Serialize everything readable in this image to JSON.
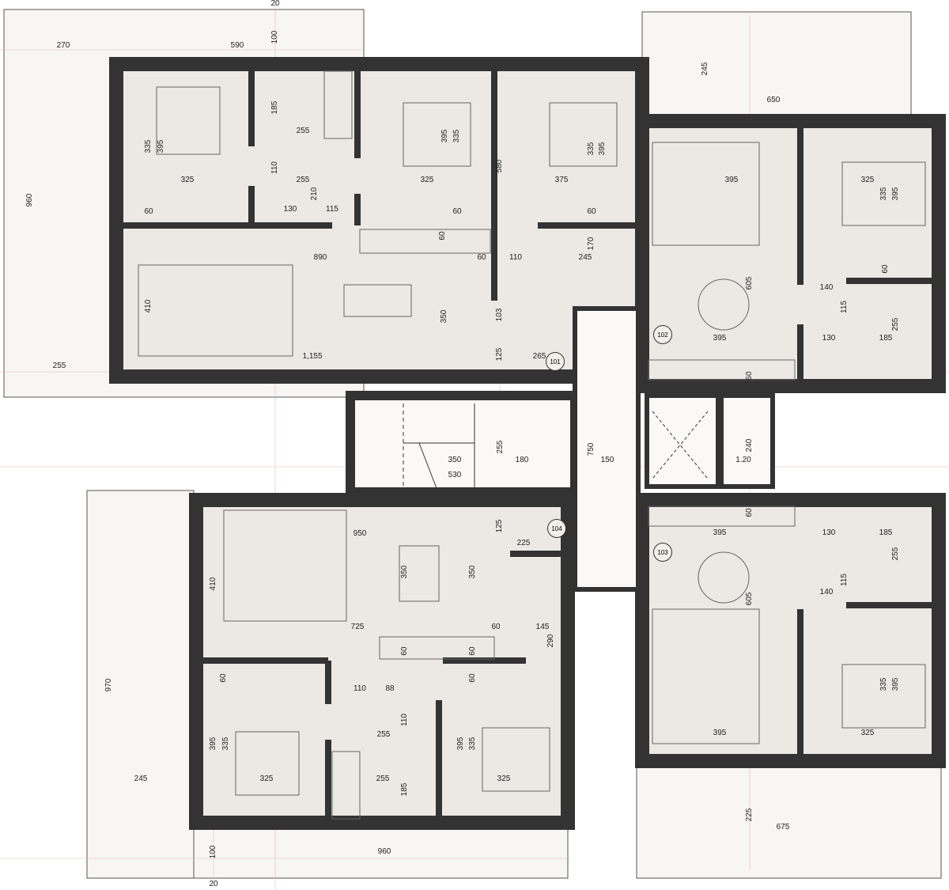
{
  "plan": {
    "units": [
      "101",
      "102",
      "103",
      "104"
    ],
    "dimensions": [
      "20",
      "270",
      "590",
      "100",
      "960",
      "255",
      "335",
      "395",
      "185",
      "255",
      "325",
      "110",
      "255",
      "210",
      "130",
      "115",
      "60",
      "60",
      "60",
      "395",
      "335",
      "325",
      "580",
      "335",
      "395",
      "375",
      "60",
      "890",
      "60",
      "110",
      "245",
      "170",
      "410",
      "350",
      "103",
      "1,155",
      "125",
      "265",
      "245",
      "650",
      "395",
      "325",
      "335",
      "395",
      "605",
      "60",
      "140",
      "115",
      "255",
      "395",
      "130",
      "185",
      "60",
      "255",
      "350",
      "180",
      "530",
      "750",
      "150",
      "240",
      "1.20",
      "950",
      "125",
      "225",
      "410",
      "350",
      "350",
      "725",
      "60",
      "145",
      "290",
      "60",
      "60",
      "60",
      "60",
      "110",
      "88",
      "110",
      "255",
      "395",
      "335",
      "395",
      "335",
      "970",
      "245",
      "325",
      "255",
      "185",
      "325",
      "100",
      "960",
      "20",
      "60",
      "395",
      "130",
      "185",
      "255",
      "115",
      "140",
      "605",
      "395",
      "325",
      "335",
      "395",
      "225",
      "675"
    ],
    "colors": {
      "wall": "#333333",
      "floor": "#ece8e3",
      "terrace": "#f7f6f4",
      "grid": "#e4b8b8"
    }
  }
}
